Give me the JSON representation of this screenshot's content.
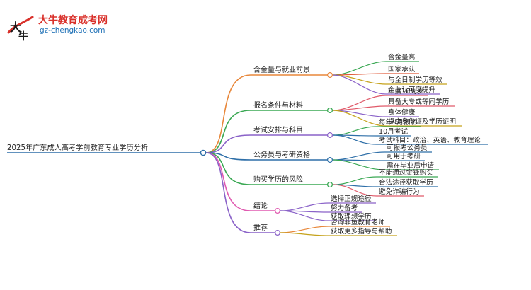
{
  "header": {
    "brand": "大牛教育成考网",
    "site": "gz-chengkao.com"
  },
  "root": {
    "label": "2025年广东成人高考学前教育专业学历分析",
    "color": "#2e6fa8"
  },
  "branches": [
    {
      "label": "含金量与就业前景",
      "color": "#e8873a",
      "leaves": [
        {
          "label": "含金量高",
          "color": "#3aa853"
        },
        {
          "label": "国家承认",
          "color": "#e05a3a"
        },
        {
          "label": "与全日制学历等效",
          "color": "#c5a21a"
        },
        {
          "label": "企业认可度提升",
          "color": "#8a62c8"
        }
      ]
    },
    {
      "label": "报名条件与材料",
      "color": "#3aa853",
      "leaves": [
        {
          "label": "年满18周岁",
          "color": "#e05a6a"
        },
        {
          "label": "具备大专或等同学历",
          "color": "#e05a6a"
        },
        {
          "label": "身体健康",
          "color": "#8a62c8"
        },
        {
          "label": "提交身份证及学历证明",
          "color": "#c5a21a"
        }
      ]
    },
    {
      "label": "考试安排与科目",
      "color": "#8a62c8",
      "leaves": [
        {
          "label": "每年9月报名",
          "color": "#3aa853"
        },
        {
          "label": "10月考试",
          "color": "#2e6fa8"
        },
        {
          "label": "考试科目：政治、英语、教育理论",
          "color": "#2e6fa8"
        }
      ]
    },
    {
      "label": "公务员与考研资格",
      "color": "#2e6fa8",
      "leaves": [
        {
          "label": "可报考公务员",
          "color": "#2e6fa8"
        },
        {
          "label": "可用于考研",
          "color": "#2e6fa8"
        },
        {
          "label": "需在毕业后申请",
          "color": "#3aa853"
        }
      ]
    },
    {
      "label": "购买学历的风险",
      "color": "#3aa853",
      "leaves": [
        {
          "label": "不能通过金钱购买",
          "color": "#3aa853"
        },
        {
          "label": "合法途径获取学历",
          "color": "#2e6fa8"
        },
        {
          "label": "避免诈骗行为",
          "color": "#e05a6a"
        }
      ]
    },
    {
      "label": "结论",
      "color": "#e05ab0",
      "leaves": [
        {
          "label": "选择正规途径",
          "color": "#8a62c8"
        },
        {
          "label": "努力备考",
          "color": "#8a62c8"
        },
        {
          "label": "获取理想学历",
          "color": "#8a62c8"
        }
      ]
    },
    {
      "label": "推荐",
      "color": "#8a62c8",
      "leaves": [
        {
          "label": "咨询菲鱼教育老师",
          "color": "#e8873a"
        },
        {
          "label": "获取更多指导与帮助",
          "color": "#c5a21a"
        }
      ]
    }
  ]
}
